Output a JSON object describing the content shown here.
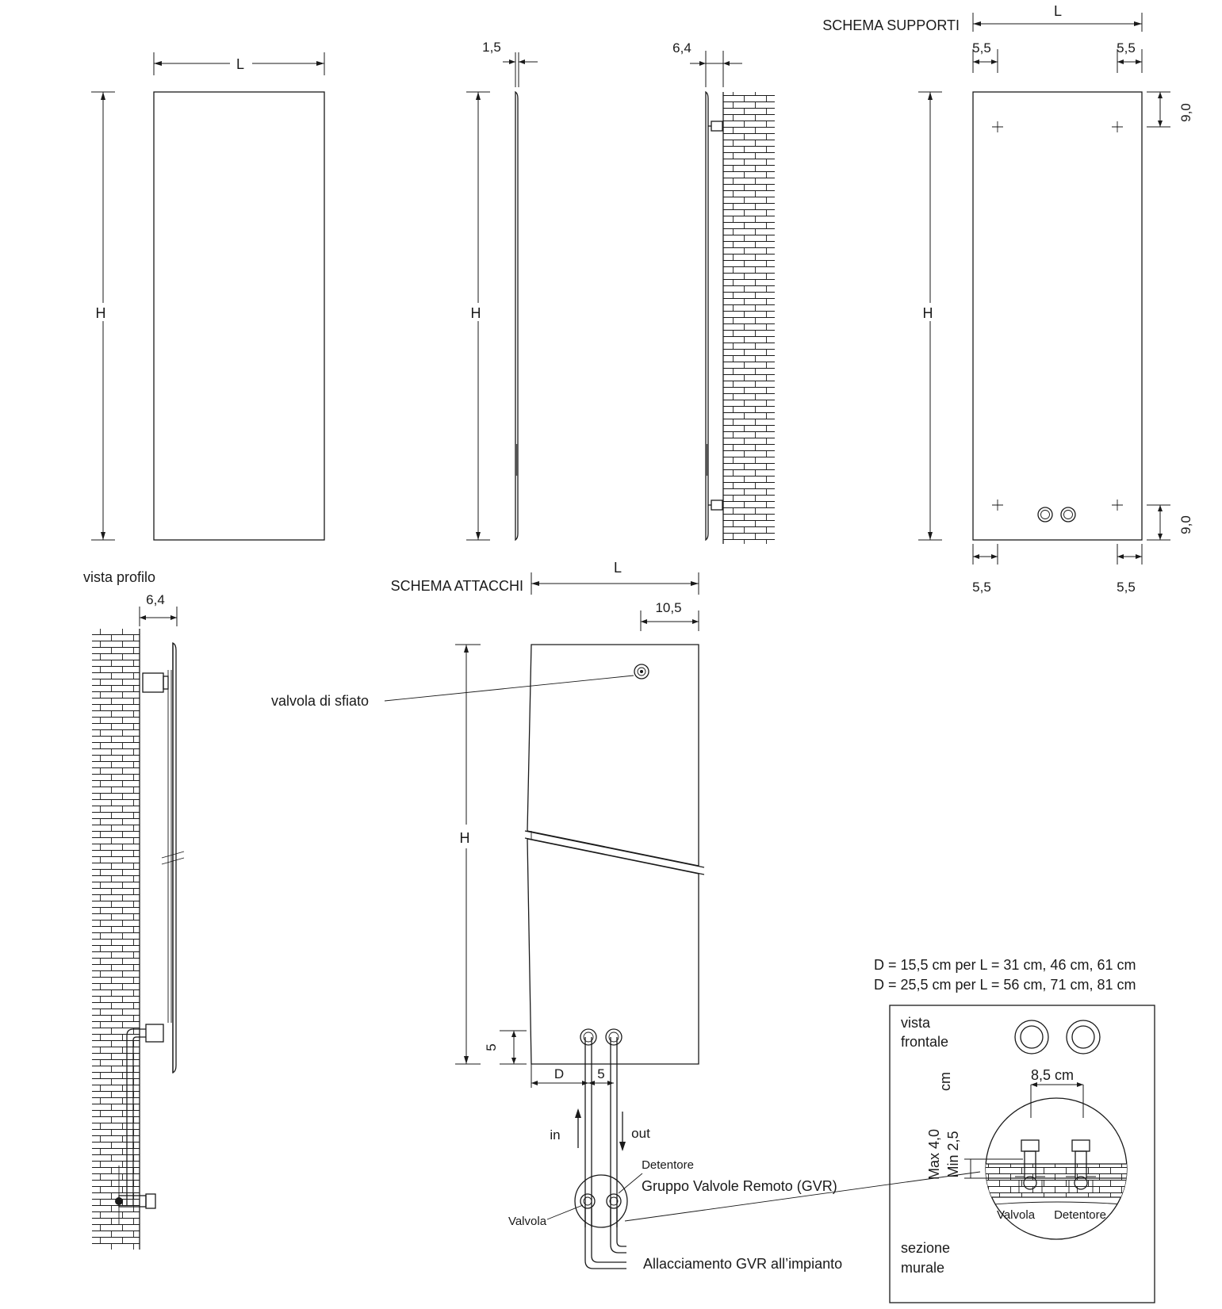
{
  "front_view": {
    "width_label": "L",
    "height_label": "H"
  },
  "side_views": {
    "panel_thickness": "1,5",
    "wall_offset": "6,4",
    "height_label": "H"
  },
  "schema_supporti": {
    "title": "SCHEMA SUPPORTI",
    "width_label": "L",
    "top_left_offset": "5,5",
    "top_right_offset": "5,5",
    "bottom_left_offset": "5,5",
    "bottom_right_offset": "5,5",
    "top_vertical": "9,0",
    "bottom_vertical": "9,0",
    "height_label": "H"
  },
  "vista_profilo": {
    "title": "vista profilo",
    "wall_offset": "6,4"
  },
  "schema_attacchi": {
    "title": "SCHEMA ATTACCHI",
    "width_label": "L",
    "vent_offset": "10,5",
    "height_label": "H",
    "bottom_offset": "5",
    "d_label": "D",
    "spacing": "5",
    "vent_valve_label": "valvola di sfiato",
    "in_label": "in",
    "out_label": "out",
    "detentore_label": "Detentore",
    "valvola_label": "Valvola",
    "gvr_label": "Gruppo Valvole Remoto (GVR)",
    "connection_label": "Allacciamento GVR all’impianto"
  },
  "notes": {
    "line1": "D  = 15,5 cm per L = 31 cm, 46 cm, 61 cm",
    "line2": "D  = 25,5 cm per L = 56 cm, 71 cm, 81 cm"
  },
  "detail_box": {
    "front_label_1": "vista",
    "front_label_2": "frontale",
    "unit": "cm",
    "spacing": "8,5 cm",
    "max_depth": "Max 4,0",
    "min_depth": "Min 2,5",
    "valvola_label": "Valvola",
    "detentore_label": "Detentore",
    "section_label_1": "sezione",
    "section_label_2": "murale"
  }
}
